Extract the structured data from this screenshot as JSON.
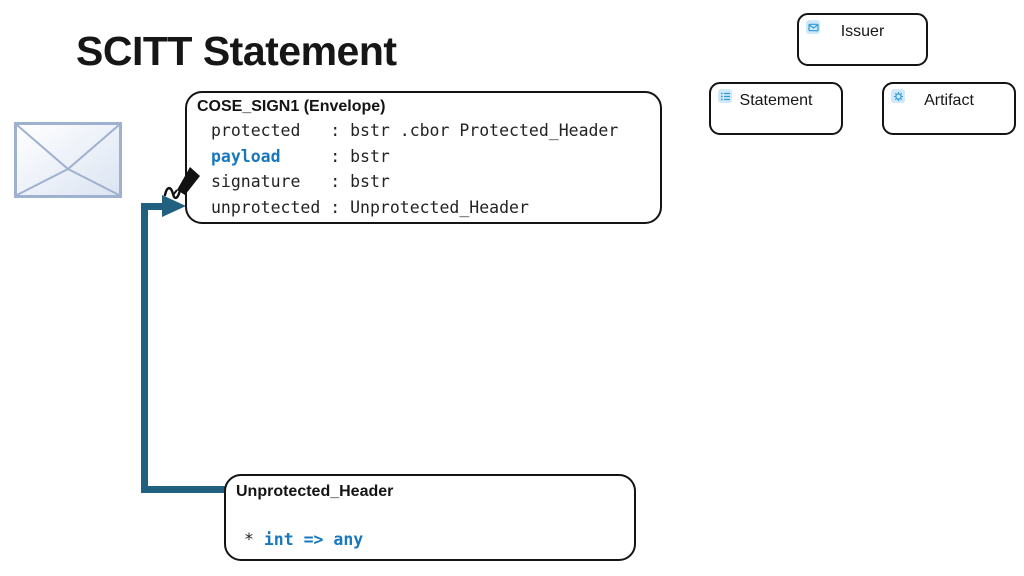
{
  "title": "SCITT Statement",
  "colors": {
    "accent_blue": "#1878BE",
    "connector_teal": "#21617F",
    "box_border": "#141414",
    "mini_icon_bg": "#cfe8fa",
    "mini_icon_fg": "#2E9BD6",
    "envelope_stroke": "#9FB1D1"
  },
  "cose_box": {
    "header": "COSE_SIGN1 (Envelope)",
    "lines": [
      {
        "name_padded": "protected   ",
        "rest": ": bstr .cbor Protected_Header"
      },
      {
        "name_padded": "payload     ",
        "rest": ": bstr"
      },
      {
        "name_padded": "signature   ",
        "rest": ": bstr"
      },
      {
        "name_padded": "unprotected ",
        "rest": ": Unprotected_Header"
      }
    ]
  },
  "unprotected_box": {
    "header": "Unprotected_Header",
    "entry_prefix": "* ",
    "entry_value": "int => any"
  },
  "entities": {
    "issuer": {
      "label": "Issuer",
      "icon": "mail-badge-icon"
    },
    "statement": {
      "label": "Statement",
      "icon": "list-icon"
    },
    "artifact": {
      "label": "Artifact",
      "icon": "gear-icon"
    }
  }
}
